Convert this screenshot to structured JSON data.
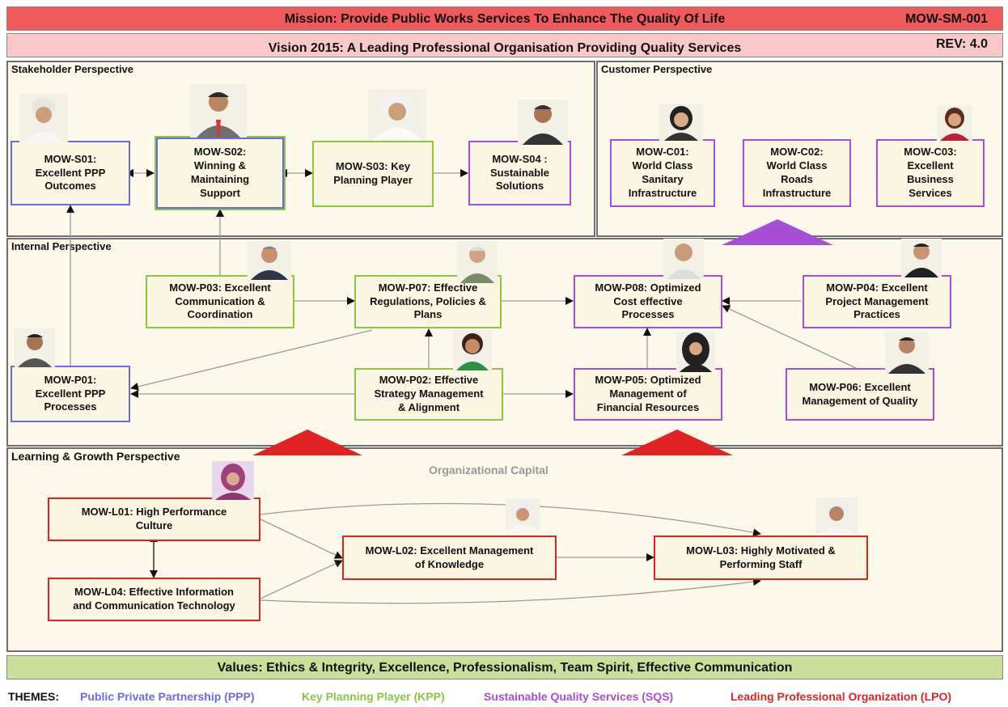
{
  "mission": {
    "text": "Mission: Provide Public Works Services To Enhance The Quality Of Life",
    "code": "MOW-SM-001"
  },
  "vision": {
    "text": "Vision 2015: A Leading Professional Organisation Providing Quality Services",
    "rev": "REV: 4.0"
  },
  "perspectives": {
    "stakeholder": "Stakeholder Perspective",
    "customer": "Customer Perspective",
    "internal": "Internal Perspective",
    "learning": "Learning & Growth Perspective",
    "org_capital": "Organizational Capital"
  },
  "nodes": {
    "s01": "MOW-S01:\nExcellent PPP\nOutcomes",
    "s02": "MOW-S02:\nWinning &\nMaintaining\nSupport",
    "s03": "MOW-S03: Key\nPlanning Player",
    "s04": "MOW-S04 :\nSustainable\nSolutions",
    "c01": "MOW-C01:\nWorld Class\nSanitary\nInfrastructure",
    "c02": "MOW-C02:\nWorld Class\nRoads\nInfrastructure",
    "c03": "MOW-C03:\nExcellent\nBusiness\nServices",
    "p03": "MOW-P03: Excellent\nCommunication &\nCoordination",
    "p07": "MOW-P07: Effective\nRegulations, Policies &\nPlans",
    "p08": "MOW-P08: Optimized\nCost effective\nProcesses",
    "p04": "MOW-P04: Excellent\nProject Management\nPractices",
    "p01": "MOW-P01:\nExcellent PPP\nProcesses",
    "p02": "MOW-P02: Effective\nStrategy Management\n& Alignment",
    "p05": "MOW-P05: Optimized\nManagement of\nFinancial Resources",
    "p06": "MOW-P06: Excellent\nManagement of Quality",
    "l01": "MOW-L01: High Performance\nCulture",
    "l02": "MOW-L02: Excellent Management\nof Knowledge",
    "l03": "MOW-L03: Highly Motivated &\nPerforming Staff",
    "l04": "MOW-L04: Effective Information\nand Communication Technology"
  },
  "values": "Values: Ethics & Integrity, Excellence, Professionalism, Team Spirit, Effective Communication",
  "themes": {
    "label": "THEMES:",
    "ppp": "Public Private Partnership (PPP)",
    "kpp": "Key Planning Player (KPP)",
    "sqs": "Sustainable Quality Services (SQS)",
    "lpo": "Leading Professional Organization (LPO)"
  },
  "colors": {
    "ppp": "#6a6ae8",
    "kpp": "#8cc63f",
    "sqs": "#a64fd6",
    "lpo": "#e02424",
    "mission_bg": "#f05a5a",
    "vision_bg": "#f9c9c9",
    "values_bg": "#c9df9a",
    "panel_bg": "#fcf8ea"
  },
  "icons": {
    "portrait": "person-portrait-icon",
    "arrowhead": "arrowhead-icon",
    "triangle": "support-triangle-icon"
  }
}
